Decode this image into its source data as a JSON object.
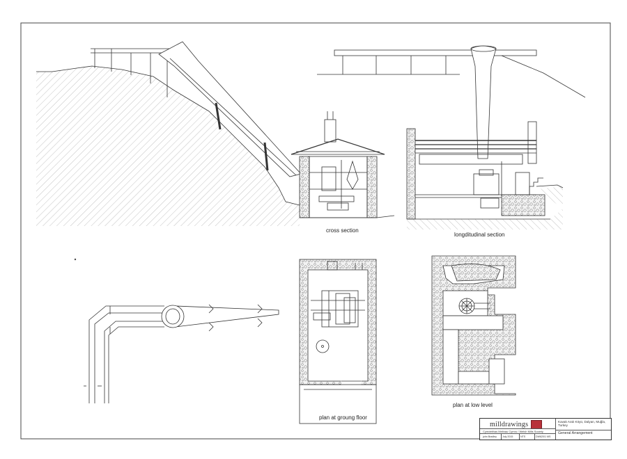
{
  "labels": {
    "cross_section": "cross section",
    "longitudinal_section": "longditudinal section",
    "plan_ground_floor": "plan at groung floor",
    "plan_low_level": "plan at low level"
  },
  "title_block": {
    "logo": "milldrawings",
    "partnership": "Cymdeithas Melinau Cymru / Welsh Mills Society",
    "location": "Kavak Aralı Köyü, Dalyan, Muğla, Turkey",
    "drawing_title": "General Arrangement",
    "author": "john Bradley",
    "date": "July 2015",
    "scale": "NTS",
    "drawing_no": "DW620/1 MS"
  },
  "colors": {
    "line": "#333333",
    "hatch": "#8a8a8a",
    "seal": "#b8323a"
  }
}
